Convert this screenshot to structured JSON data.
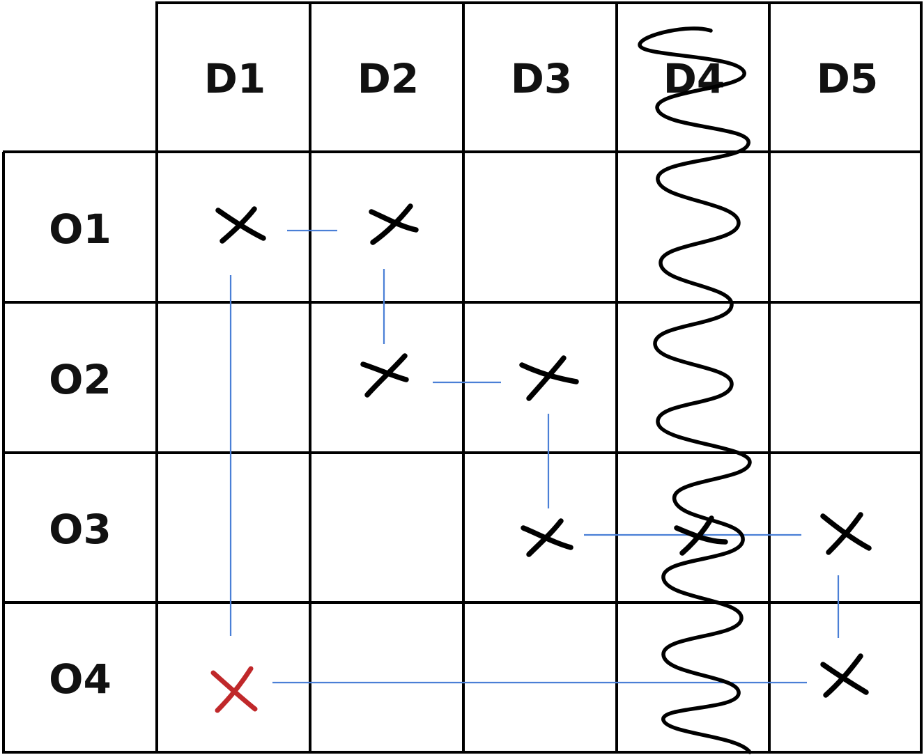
{
  "column_headers": [
    "D1",
    "D2",
    "D3",
    "D4",
    "D5"
  ],
  "row_headers": [
    "O1",
    "O2",
    "O3",
    "O4"
  ],
  "marks": [
    {
      "row": "O1",
      "col": "D1",
      "color": "black"
    },
    {
      "row": "O1",
      "col": "D2",
      "color": "black"
    },
    {
      "row": "O2",
      "col": "D2",
      "color": "black"
    },
    {
      "row": "O2",
      "col": "D3",
      "color": "black"
    },
    {
      "row": "O3",
      "col": "D3",
      "color": "black"
    },
    {
      "row": "O3",
      "col": "D4",
      "color": "black"
    },
    {
      "row": "O3",
      "col": "D5",
      "color": "black"
    },
    {
      "row": "O4",
      "col": "D5",
      "color": "black"
    },
    {
      "row": "O4",
      "col": "D1",
      "color": "red"
    }
  ],
  "connections": [
    {
      "from": [
        "O1",
        "D1"
      ],
      "to": [
        "O1",
        "D2"
      ]
    },
    {
      "from": [
        "O1",
        "D2"
      ],
      "to": [
        "O2",
        "D2"
      ]
    },
    {
      "from": [
        "O2",
        "D2"
      ],
      "to": [
        "O2",
        "D3"
      ]
    },
    {
      "from": [
        "O2",
        "D3"
      ],
      "to": [
        "O3",
        "D3"
      ]
    },
    {
      "from": [
        "O3",
        "D3"
      ],
      "to": [
        "O3",
        "D5"
      ]
    },
    {
      "from": [
        "O3",
        "D5"
      ],
      "to": [
        "O4",
        "D5"
      ]
    },
    {
      "from": [
        "O4",
        "D5"
      ],
      "to": [
        "O4",
        "D1"
      ]
    },
    {
      "from": [
        "O4",
        "D1"
      ],
      "to": [
        "O1",
        "D1"
      ]
    }
  ],
  "crossed_out_column": "D4",
  "colors": {
    "grid": "#000000",
    "connector": "#4a7fd6",
    "mark": "#000000",
    "highlight_mark": "#c0282a"
  }
}
